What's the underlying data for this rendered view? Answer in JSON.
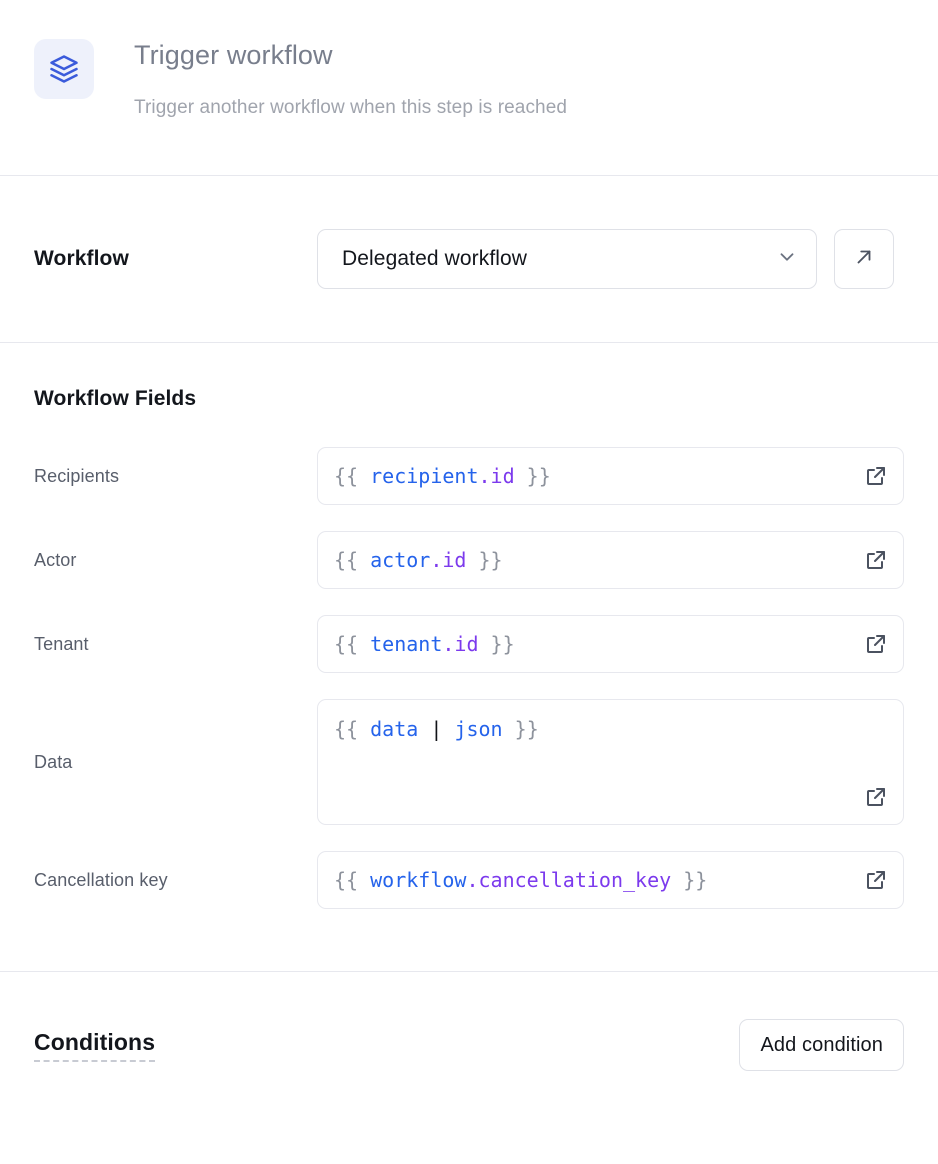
{
  "header": {
    "icon": "layers-icon",
    "title": "Trigger workflow",
    "subtitle": "Trigger another workflow when this step is reached",
    "icon_color": "#3b5bdb",
    "icon_bg": "#eef1fb"
  },
  "workflow_row": {
    "label": "Workflow",
    "selected_value": "Delegated workflow",
    "dropdown_icon": "chevron-down-icon",
    "open_button_icon": "arrow-up-right-icon"
  },
  "workflow_fields": {
    "heading": "Workflow Fields",
    "expand_icon": "external-link-icon",
    "fields": [
      {
        "label": "Recipients",
        "value": "{{ recipient.id }}",
        "multiline": false,
        "tokens": [
          {
            "text": "{{ ",
            "type": "brace"
          },
          {
            "text": "recipient",
            "type": "obj"
          },
          {
            "text": ".id",
            "type": "prop"
          },
          {
            "text": " }}",
            "type": "brace"
          }
        ]
      },
      {
        "label": "Actor",
        "value": "{{ actor.id }}",
        "multiline": false,
        "tokens": [
          {
            "text": "{{ ",
            "type": "brace"
          },
          {
            "text": "actor",
            "type": "obj"
          },
          {
            "text": ".id",
            "type": "prop"
          },
          {
            "text": " }}",
            "type": "brace"
          }
        ]
      },
      {
        "label": "Tenant",
        "value": "{{ tenant.id }}",
        "multiline": false,
        "tokens": [
          {
            "text": "{{ ",
            "type": "brace"
          },
          {
            "text": "tenant",
            "type": "obj"
          },
          {
            "text": ".id",
            "type": "prop"
          },
          {
            "text": " }}",
            "type": "brace"
          }
        ]
      },
      {
        "label": "Data",
        "value": "{{ data | json }}",
        "multiline": true,
        "tokens": [
          {
            "text": "{{ ",
            "type": "brace"
          },
          {
            "text": "data",
            "type": "obj"
          },
          {
            "text": " ",
            "type": "brace"
          },
          {
            "text": "|",
            "type": "pipe"
          },
          {
            "text": " ",
            "type": "brace"
          },
          {
            "text": "json",
            "type": "obj"
          },
          {
            "text": " }}",
            "type": "brace"
          }
        ]
      },
      {
        "label": "Cancellation key",
        "value": "{{ workflow.cancellation_key }}",
        "multiline": false,
        "tokens": [
          {
            "text": "{{ ",
            "type": "brace"
          },
          {
            "text": "workflow",
            "type": "obj"
          },
          {
            "text": ".cancellation_key",
            "type": "prop"
          },
          {
            "text": " }}",
            "type": "brace"
          }
        ]
      }
    ]
  },
  "conditions": {
    "title": "Conditions",
    "add_button_label": "Add condition"
  },
  "colors": {
    "accent_blue": "#2563eb",
    "accent_purple": "#7c3aed",
    "border": "#e7e8ee",
    "text_muted": "#585e6b",
    "text_dark": "#13161c"
  }
}
